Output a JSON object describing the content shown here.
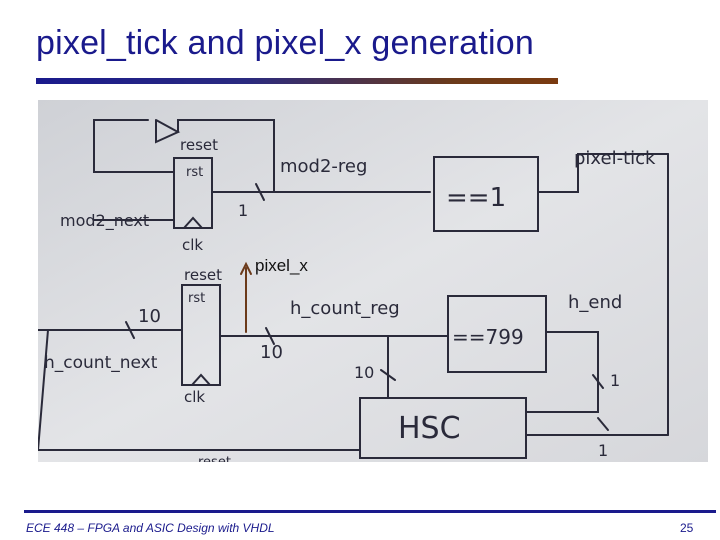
{
  "slide": {
    "title": "pixel_tick and pixel_x generation",
    "footer": "ECE 448 – FPGA and ASIC Design with VHDL",
    "page_number": "25"
  },
  "overlay": {
    "label": "pixel_x"
  },
  "whiteboard": {
    "reg_top": {
      "reset": "reset",
      "rst": "rst",
      "clk": "clk"
    },
    "reg_bottom": {
      "reset": "reset",
      "rst": "rst",
      "clk": "clk"
    },
    "signals": {
      "mod2_reg": "mod2-reg",
      "mod2_next": "mod2_next",
      "pixel_tick": "pixel-tick",
      "h_count_reg": "h_count_reg",
      "h_count_next": "h_count_next",
      "h_end": "h_end",
      "one_a": "1",
      "one_b": "1",
      "one_c": "1",
      "ten_a": "10",
      "ten_b": "10",
      "ten_c": "10",
      "reset_bottom": "reset"
    },
    "blocks": {
      "eq1": "==1",
      "eq799": "==799",
      "hsc": "HSC"
    }
  },
  "colors": {
    "title": "#1a1a8c",
    "board": "#dfe0e3",
    "ink": "#2a2a3a"
  }
}
